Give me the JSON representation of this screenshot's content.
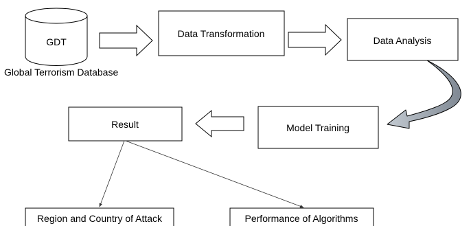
{
  "diagram": {
    "database": {
      "short_label": "GDT",
      "caption": "Global Terrorism Database"
    },
    "steps": {
      "transformation": "Data Transformation",
      "analysis": "Data Analysis",
      "training": "Model Training",
      "result": "Result"
    },
    "outputs": {
      "region": "Region and Country of Attack",
      "performance": "Performance of Algorithms"
    },
    "colors": {
      "stroke": "#000000",
      "curved_arrow_shade": "#9fa7b0",
      "background": "#ffffff"
    }
  }
}
